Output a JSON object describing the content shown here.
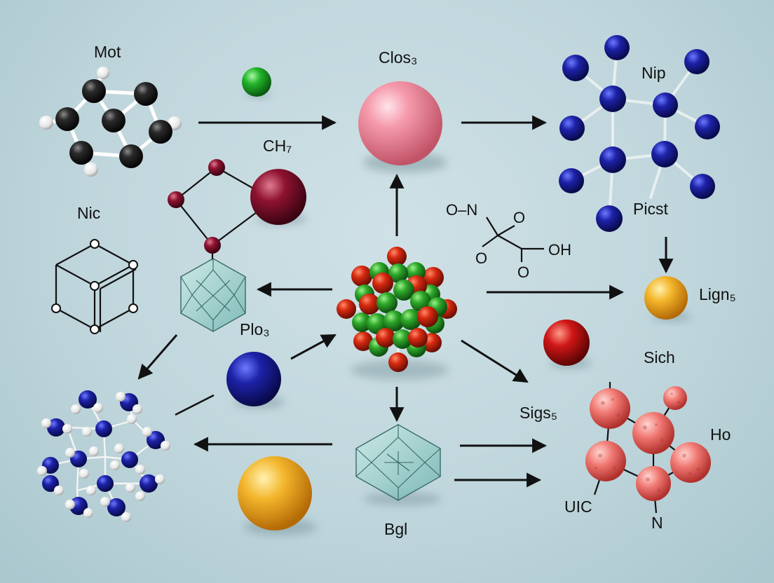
{
  "labels": {
    "mot": "Mot",
    "clos3": "Clos₃",
    "nip": "Nip",
    "ch7": "CH₇",
    "nic": "Nic",
    "plo3": "Plo₃",
    "picst": "Picst",
    "lign5": "Lign₅",
    "sich": "Sich",
    "sigs5": "Sigs₅",
    "ho": "Ho",
    "uic": "UIC",
    "n": "N",
    "bgl": "Bgl"
  },
  "formula": {
    "o_n": "O–N",
    "o_left": "O",
    "o_top": "O",
    "o_bottom": "O",
    "oh": "OH"
  },
  "colors": {
    "background": "#c4d9de",
    "carbon_black": "#1a1a1a",
    "hydrogen_white": "#f4f4f4",
    "nitrogen_blue": "#1a1f9a",
    "oxygen_red": "#d22d12",
    "chlorine_green": "#2aa02a",
    "maroon": "#8e1230",
    "pink": "#f28a9c",
    "gold": "#f0b22a",
    "glass": "#7fc2bd"
  }
}
